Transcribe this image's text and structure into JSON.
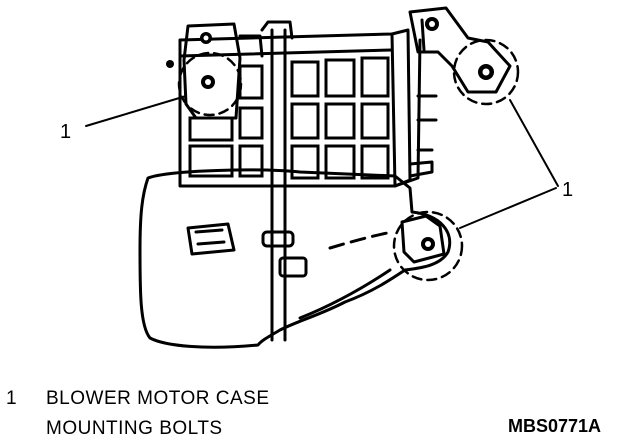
{
  "callouts": [
    {
      "id": "left",
      "label": "1"
    },
    {
      "id": "right",
      "label": "1"
    }
  ],
  "legend": {
    "number": "1",
    "line1": "BLOWER MOTOR CASE",
    "line2": "MOUNTING BOLTS"
  },
  "figure_code": "MBS0771A"
}
